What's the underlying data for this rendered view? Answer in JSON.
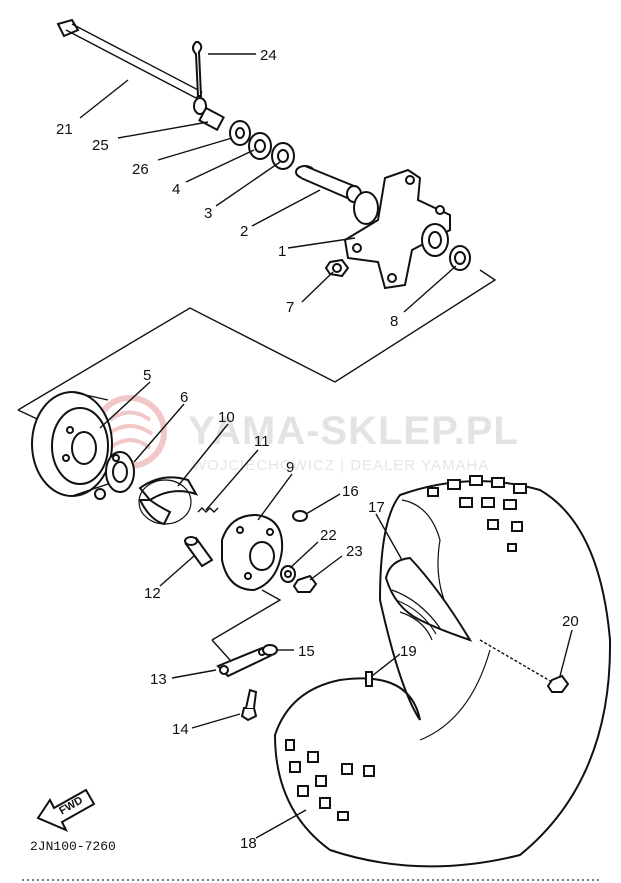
{
  "watermark": {
    "title": "YAMA-SKLEP.PL",
    "subtitle": "WOJCIECHOWICZ | DEALER YAMAHA",
    "logo_color": "#e89a9a"
  },
  "diagram_code": "2JN100-7260",
  "fwd_label": "FWD",
  "part_labels": [
    "21",
    "25",
    "26",
    "4",
    "3",
    "2",
    "1",
    "7",
    "8",
    "24",
    "5",
    "6",
    "10",
    "11",
    "9",
    "16",
    "17",
    "22",
    "23",
    "12",
    "13",
    "15",
    "14",
    "19",
    "20",
    "18"
  ],
  "colors": {
    "ink": "#111111",
    "paper": "#ffffff",
    "watermark": "#e3e3e3"
  }
}
